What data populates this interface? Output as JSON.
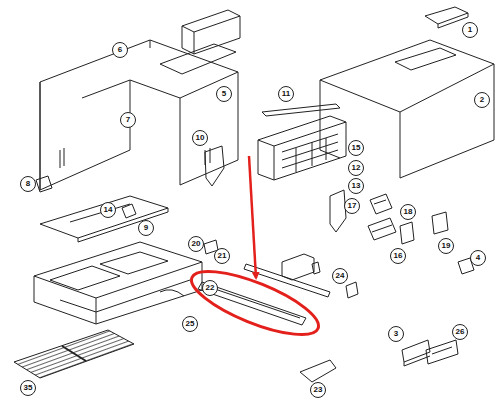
{
  "diagram": {
    "labels": [
      "1",
      "2",
      "3",
      "4",
      "5",
      "6",
      "7",
      "8",
      "9",
      "10",
      "11",
      "12",
      "13",
      "14",
      "15",
      "16",
      "17",
      "18",
      "19",
      "20",
      "21",
      "22",
      "23",
      "24",
      "25",
      "26",
      "35"
    ]
  }
}
